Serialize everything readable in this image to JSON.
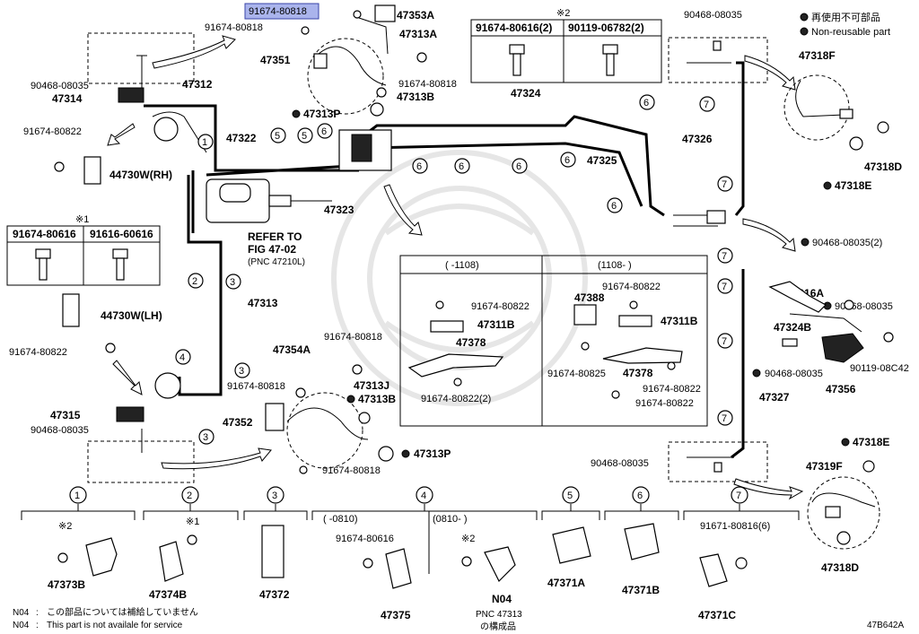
{
  "diagram_code": "47B642A",
  "legend": {
    "jp": "再使用不可部品",
    "en": "Non-reusable part"
  },
  "note_1": {
    "mark": "※1",
    "parts": [
      "91674-80616",
      "91616-60616"
    ]
  },
  "note_2": {
    "mark": "※2",
    "parts": [
      "91674-80616(2)",
      "90119-06782(2)"
    ]
  },
  "refer": {
    "line1": "REFER TO",
    "line2": "FIG 47-02",
    "line3": "(PNC 47210L)"
  },
  "variants": {
    "left_header": "( -1108)",
    "right_header": "(1108- )"
  },
  "footnotes": [
    {
      "code": "N04",
      "text": "この部品については補給していません"
    },
    {
      "code": "N04",
      "text": "This part is not availale for service"
    }
  ],
  "labels": {
    "highlighted": "91674-80818",
    "p47353A": "47353A",
    "p91674_80818_b": "91674-80818",
    "p47313A": "47313A",
    "p47351": "47351",
    "p91674_80818_c": "91674-80818",
    "p47313B_top": "47313B",
    "p90468_08035_tl": "90468-08035",
    "p47314": "47314",
    "p47312": "47312",
    "p47313P_top": "47313P",
    "p47324": "47324",
    "p91674_80822_l": "91674-80822",
    "p47322": "47322",
    "p44730W_RH": "44730W(RH)",
    "p47325": "47325",
    "p47323": "47323",
    "p47326": "47326",
    "p90468_08035_tr": "90468-08035",
    "p47318F": "47318F",
    "p47318D_t": "47318D",
    "p47318E_t": "47318E",
    "p47313": "47313",
    "p44730W_LH": "44730W(LH)",
    "p91674_80822_l2": "91674-80822",
    "p90468_08035_r2": "90468-08035(2)",
    "p47316A": "47316A",
    "p90468_08035_r3": "90468-08035",
    "p47324B": "47324B",
    "p90119_08C42": "90119-08C42",
    "p90468_08035_r4": "90468-08035",
    "p47356": "47356",
    "p47327": "47327",
    "p47354A": "47354A",
    "p91674_80818_m": "91674-80818",
    "p91674_80818_n": "91674-80818",
    "p47313J": "47313J",
    "p47313B_b": "47313B",
    "p47315": "47315",
    "p90468_08035_bl": "90468-08035",
    "p47352": "47352",
    "p47313P_b": "47313P",
    "p91674_80818_o": "91674-80818",
    "p90468_08035_br": "90468-08035",
    "p47318E_b": "47318E",
    "p47319F": "47319F",
    "p47318D_b": "47318D",
    "v_91674_80822_a": "91674-80822",
    "v_47311B_a": "47311B",
    "v_47378_a": "47378",
    "v_91674_80822_2": "91674-80822(2)",
    "v_91674_80822_b": "91674-80822",
    "v_47388": "47388",
    "v_47311B_b": "47311B",
    "v_91674_80825": "91674-80825",
    "v_47378_b": "47378",
    "v_91674_80822_c": "91674-80822",
    "v_91674_80822_d": "91674-80822"
  },
  "callouts": [
    "1",
    "2",
    "3",
    "4",
    "5",
    "6",
    "7"
  ],
  "bottom_groups": [
    {
      "num": "1",
      "mark": "※2",
      "part": "47373B"
    },
    {
      "num": "2",
      "mark": "※1",
      "part": "47374B"
    },
    {
      "num": "3",
      "mark": "",
      "part": "47372"
    },
    {
      "num": "4",
      "sub_left": "( -0810)",
      "sub_right": "(0810- )",
      "left_bolt": "91674-80616",
      "right_mark": "※2",
      "left_part": "47375",
      "right_part": "N04",
      "right_note1": "PNC 47313",
      "right_note2": "の構成品"
    },
    {
      "num": "5",
      "mark": "",
      "part": "47371A"
    },
    {
      "num": "6",
      "mark": "",
      "part": "47371B"
    },
    {
      "num": "7",
      "bolt": "91671-80816(6)",
      "part": "47371C"
    }
  ]
}
